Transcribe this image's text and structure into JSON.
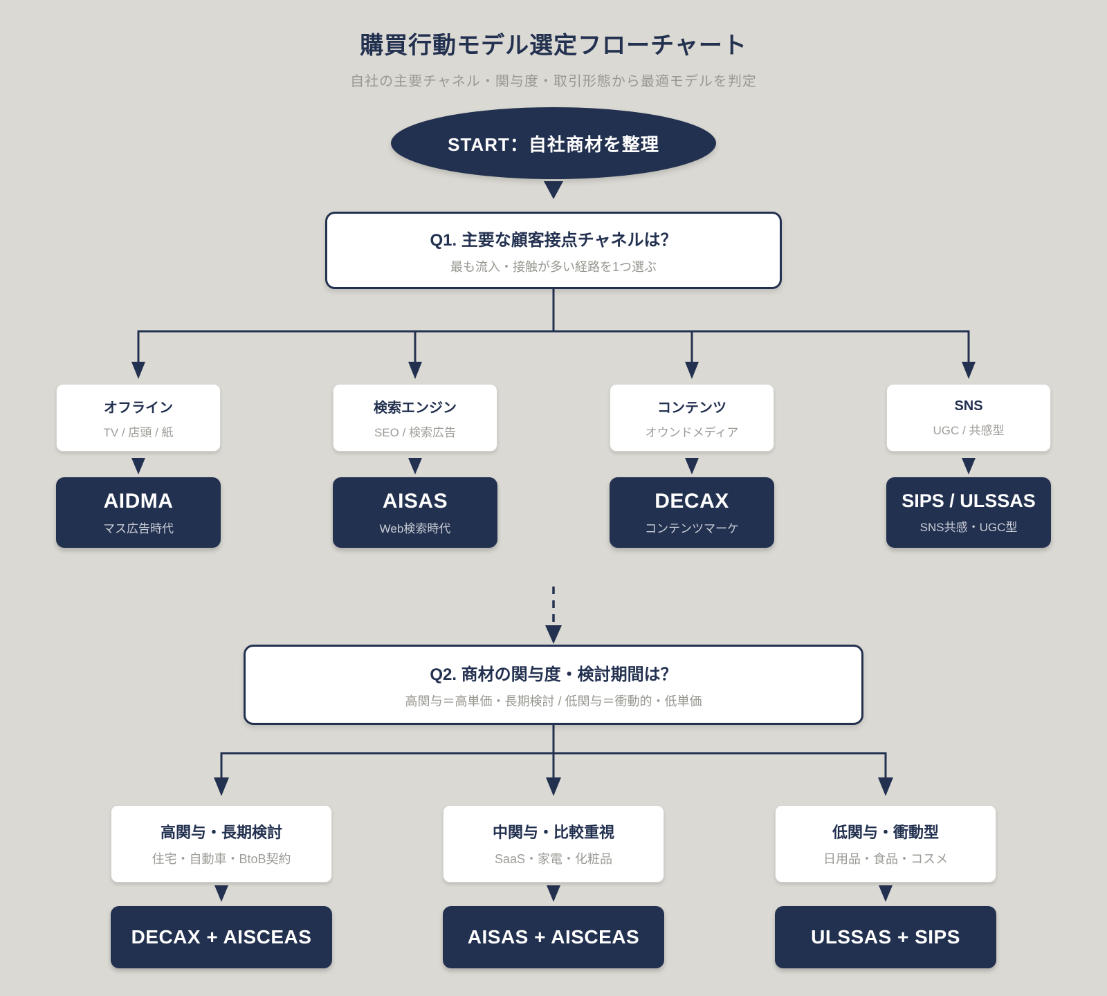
{
  "page": {
    "title": "購買行動モデル選定フローチャート",
    "subtitle": "自社の主要チャネル・関与度・取引形態から最適モデルを判定"
  },
  "colors": {
    "navy": "#233150",
    "background": "#dbd9d3",
    "muted_gray": "#9c9b96",
    "navy_box_subtitle": "#c9cdd6"
  },
  "start": {
    "label": "START：自社商材を整理"
  },
  "q1": {
    "title": "Q1. 主要な顧客接点チャネルは？",
    "subtitle": "最も流入・接触が多い経路を1つ選ぶ",
    "branches": [
      {
        "label": "オフライン",
        "sub": "TV / 店頭 / 紙",
        "result": "AIDMA",
        "result_sub": "マス広告時代"
      },
      {
        "label": "検索エンジン",
        "sub": "SEO / 検索広告",
        "result": "AISAS",
        "result_sub": "Web検索時代"
      },
      {
        "label": "コンテンツ",
        "sub": "オウンドメディア",
        "result": "DECAX",
        "result_sub": "コンテンツマーケ"
      },
      {
        "label": "SNS",
        "sub": "UGC / 共感型",
        "result": "SIPS / ULSSAS",
        "result_sub": "SNS共感・UGC型"
      }
    ]
  },
  "q2": {
    "title": "Q2. 商材の関与度・検討期間は？",
    "subtitle": "高関与＝高単価・長期検討 / 低関与＝衝動的・低単価",
    "branches": [
      {
        "label": "高関与・長期検討",
        "sub": "住宅・自動車・BtoB契約",
        "result": "DECAX + AISCEAS"
      },
      {
        "label": "中関与・比較重視",
        "sub": "SaaS・家電・化粧品",
        "result": "AISAS + AISCEAS"
      },
      {
        "label": "低関与・衝動型",
        "sub": "日用品・食品・コスメ",
        "result": "ULSSAS + SIPS"
      }
    ]
  }
}
